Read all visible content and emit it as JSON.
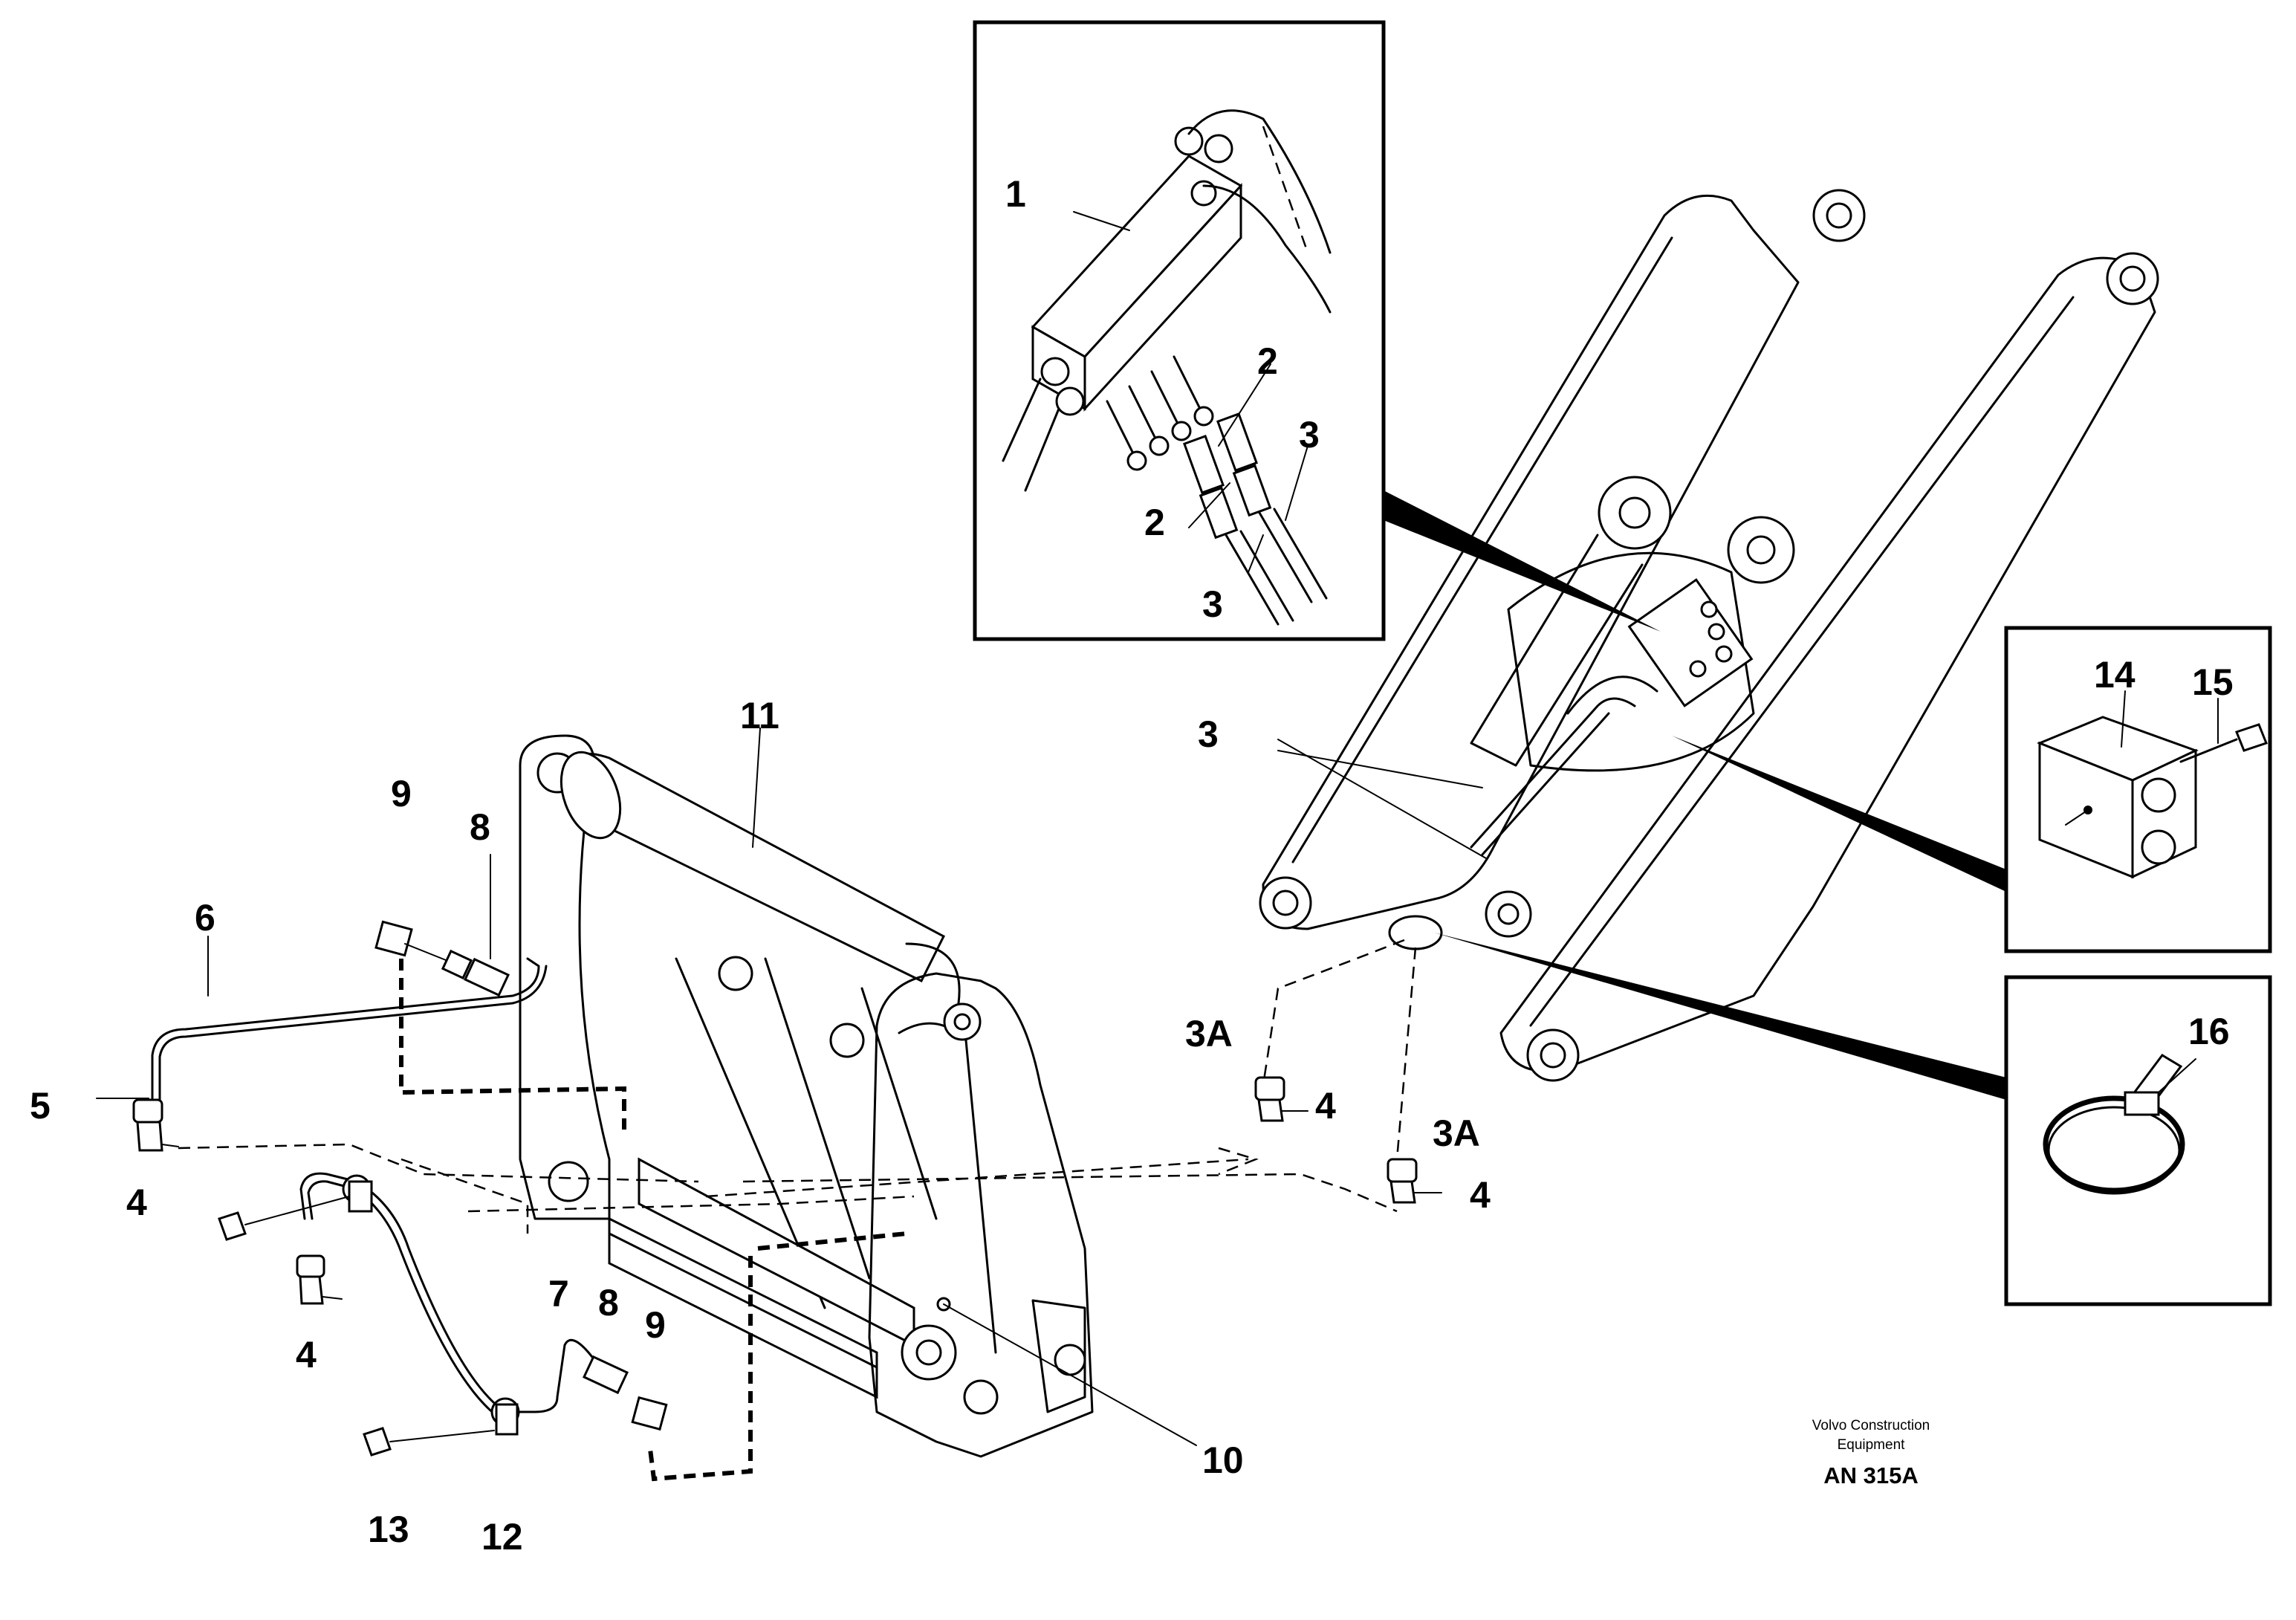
{
  "callouts": {
    "c1": "1",
    "c2a": "2",
    "c2b": "2",
    "c3a": "3",
    "c3b": "3",
    "c3c": "3",
    "c3Aa": "3A",
    "c3Ab": "3A",
    "c4a": "4",
    "c4b": "4",
    "c4c": "4",
    "c4d": "4",
    "c5": "5",
    "c6": "6",
    "c7": "7",
    "c8a": "8",
    "c8b": "8",
    "c9a": "9",
    "c9b": "9",
    "c10": "10",
    "c11": "11",
    "c12": "12",
    "c13": "13",
    "c14": "14",
    "c15": "15",
    "c16": "16"
  },
  "credit": {
    "line1": "Volvo Construction",
    "line2": "Equipment",
    "doc_number": "AN 315A"
  }
}
